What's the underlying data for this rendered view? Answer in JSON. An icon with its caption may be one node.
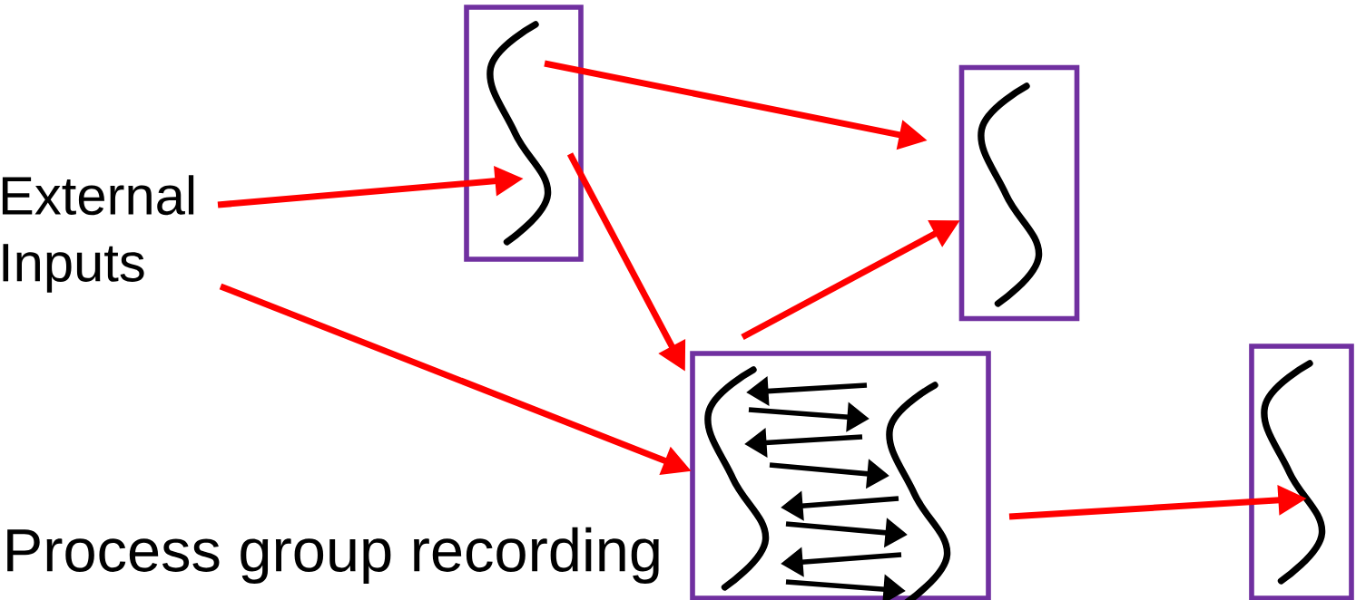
{
  "diagram": {
    "nodes": [
      {
        "text": [
          "External Inputs"
        ]
      },
      {
        "text": [],
        "shape": "box"
      },
      {
        "text": [],
        "shape": "box"
      },
      {
        "text": [],
        "shape": "box"
      },
      {
        "text": [],
        "shape": "box"
      }
    ],
    "edges": [
      {
        "from": 0,
        "to": 1,
        "arrow": "to"
      },
      {
        "from": 0,
        "to": 3,
        "arrow": "to"
      },
      {
        "from": 1,
        "to": 2,
        "arrow": "to"
      },
      {
        "from": 1,
        "to": 3,
        "arrow": "to"
      },
      {
        "from": 3,
        "to": 2,
        "arrow": "to"
      },
      {
        "from": 3,
        "to": 4,
        "arrow": "to"
      }
    ],
    "labels": [
      "Process group recording"
    ]
  }
}
